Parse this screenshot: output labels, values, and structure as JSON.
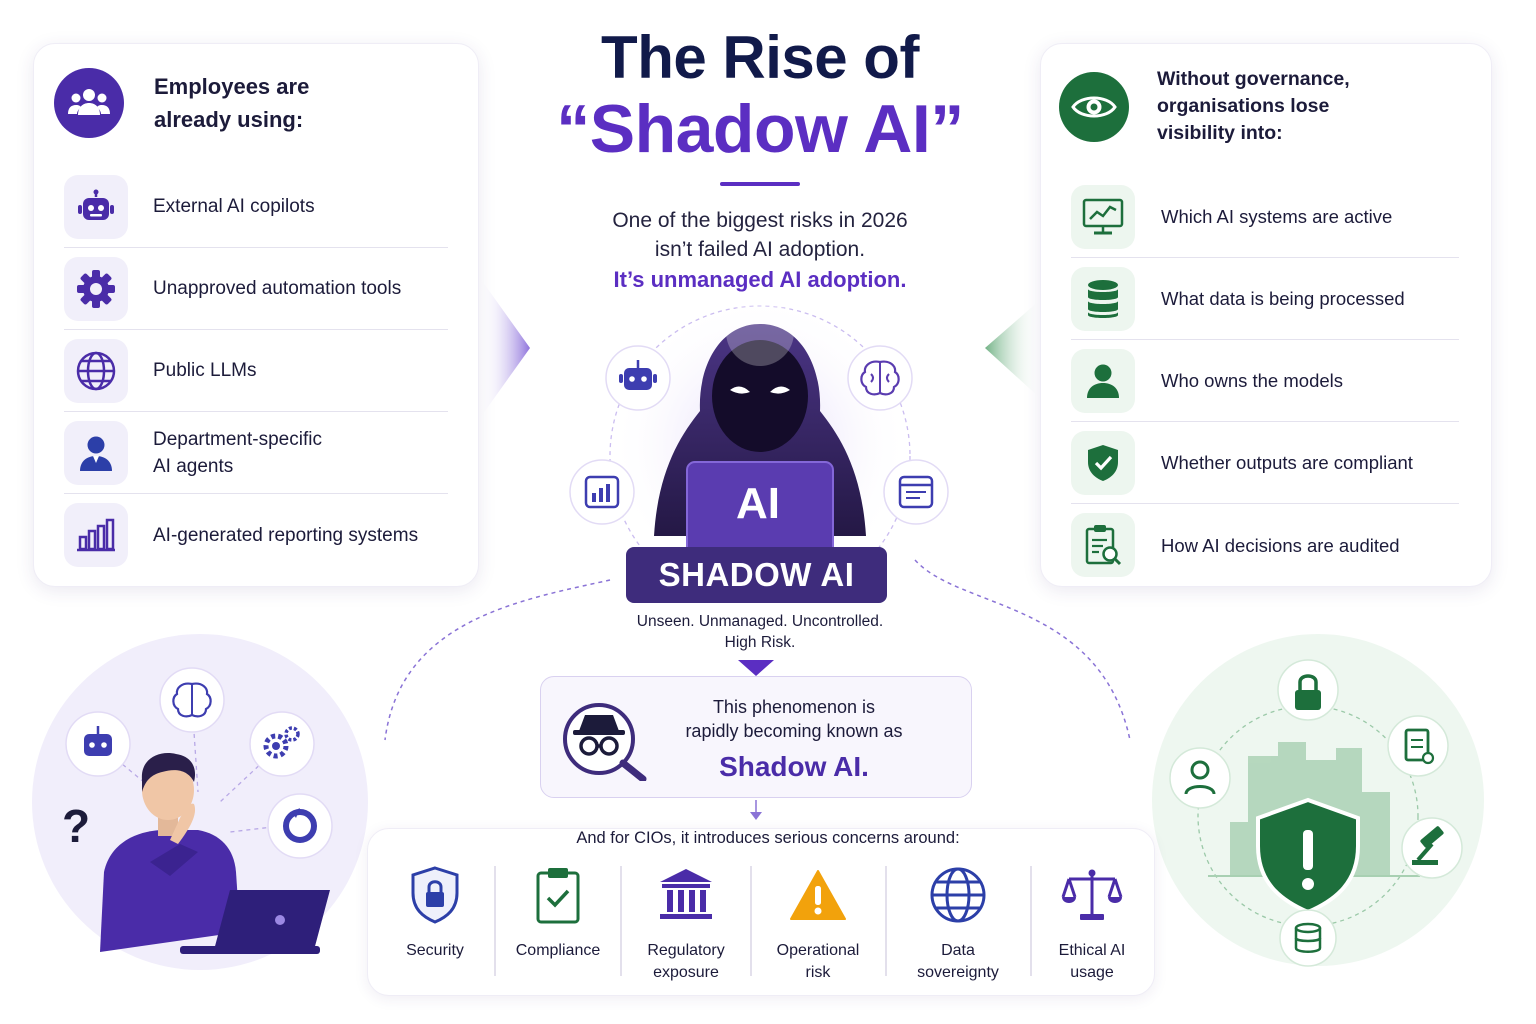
{
  "title": {
    "line1": "The Rise of",
    "line2": "“Shadow AI”",
    "subtitle_line1": "One of the biggest risks in 2026",
    "subtitle_line2": "isn’t failed AI adoption.",
    "emphasis": "It’s unmanaged AI adoption."
  },
  "left_card": {
    "title_line1": "Employees are",
    "title_line2": "already using:",
    "header_icon": "users-icon",
    "items": [
      {
        "label": "External AI copilots",
        "icon": "robot-icon"
      },
      {
        "label": "Unapproved automation tools",
        "icon": "gear-icon"
      },
      {
        "label": "Public LLMs",
        "icon": "globe-icon"
      },
      {
        "label": "Department-specific AI agents",
        "label_line1": "Department-specific",
        "label_line2": "AI agents",
        "icon": "person-icon"
      },
      {
        "label": "AI-generated reporting systems",
        "icon": "bar-chart-icon"
      }
    ]
  },
  "right_card": {
    "title_line1": "Without governance,",
    "title_line2": "organisations lose",
    "title_line3": "visibility into:",
    "header_icon": "eye-icon",
    "items": [
      {
        "label": "Which AI systems are active",
        "icon": "monitor-chart-icon"
      },
      {
        "label": "What data is being processed",
        "icon": "database-icon"
      },
      {
        "label": "Who owns the models",
        "icon": "person-icon"
      },
      {
        "label": "Whether outputs are compliant",
        "icon": "shield-check-icon"
      },
      {
        "label": "How AI decisions are audited",
        "icon": "audit-clipboard-icon"
      }
    ]
  },
  "center": {
    "laptop_label": "AI",
    "banner": "SHADOW AI",
    "tagline_line1": "Unseen. Unmanaged. Uncontrolled.",
    "tagline_line2": "High Risk."
  },
  "phenomenon": {
    "line1": "This phenomenon is",
    "line2": "rapidly becoming known as",
    "emphasis": "Shadow AI."
  },
  "left_illustration": {
    "question_mark": "?"
  },
  "concerns": {
    "heading": "And for CIOs, it introduces serious concerns around:",
    "items": [
      {
        "line1": "Security",
        "line2": "",
        "icon": "lock-shield-icon"
      },
      {
        "line1": "Compliance",
        "line2": "",
        "icon": "clipboard-check-icon"
      },
      {
        "line1": "Regulatory",
        "line2": "exposure",
        "icon": "bank-icon"
      },
      {
        "line1": "Operational",
        "line2": "risk",
        "icon": "warning-icon"
      },
      {
        "line1": "Data",
        "line2": "sovereignty",
        "icon": "globe-icon"
      },
      {
        "line1": "Ethical AI",
        "line2": "usage",
        "icon": "scales-icon"
      }
    ]
  },
  "colors": {
    "purple": "#5b2ec2",
    "navy": "#111a4a",
    "green": "#1d6f3c",
    "warning": "#f2a20c"
  }
}
